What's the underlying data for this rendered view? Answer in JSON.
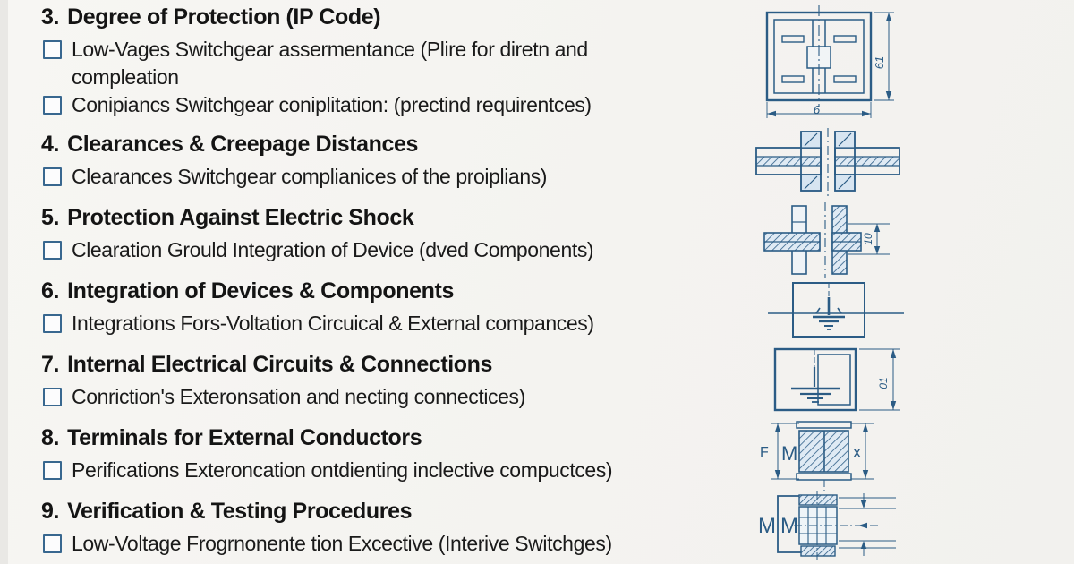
{
  "page": {
    "background": "#f4f3f0",
    "text_color": "#141414",
    "drawing_color": "#2b5c85",
    "checkbox_border": "#38678f"
  },
  "checklist": {
    "sections": [
      {
        "number": "3.",
        "title": "Degree of Protection (IP Code)",
        "items": [
          "Low-Vages Switchgear assermentance (Plire for diretn and compleation",
          "Conipiancs Switchgear coniplitation: (prectind requirentces)"
        ]
      },
      {
        "number": "4.",
        "title": "Clearances & Creepage Distances",
        "items": [
          "Clearances Switchgear complianices of the proiplians)"
        ]
      },
      {
        "number": "5.",
        "title": "Protection Against Electric Shock",
        "items": [
          "Clearation Grould Integration of Device  (dved Components)"
        ]
      },
      {
        "number": "6.",
        "title": "Integration of Devices & Components",
        "items": [
          "Integrations Fors-Voltation Circuical & External compances)"
        ]
      },
      {
        "number": "7.",
        "title": "Internal Electrical Circuits & Connections",
        "items": [
          "Conriction's Exteronsation and necting connectices)"
        ]
      },
      {
        "number": "8.",
        "title": "Terminals for External Conductors",
        "items": [
          "Perifications Exteroncation ontdienting inclective compuctces)"
        ]
      },
      {
        "number": "9.",
        "title": "Verification & Testing Procedures",
        "items": [
          "Low-Voltage Frogrnonente tion Excective (Interive Switchges)"
        ]
      }
    ]
  },
  "diagrams": {
    "enclosure_front": {
      "dim_height": "61",
      "dim_width": "9"
    },
    "busbar_cross": {
      "dim": "10"
    },
    "earth_panel": {
      "dim": "01"
    },
    "terminal_block": {
      "dim_left_outer": "F",
      "dim_left_inner": "M",
      "dim_right": "x"
    },
    "thread_block": {
      "label_outer": "M",
      "label_inner": "M"
    }
  }
}
